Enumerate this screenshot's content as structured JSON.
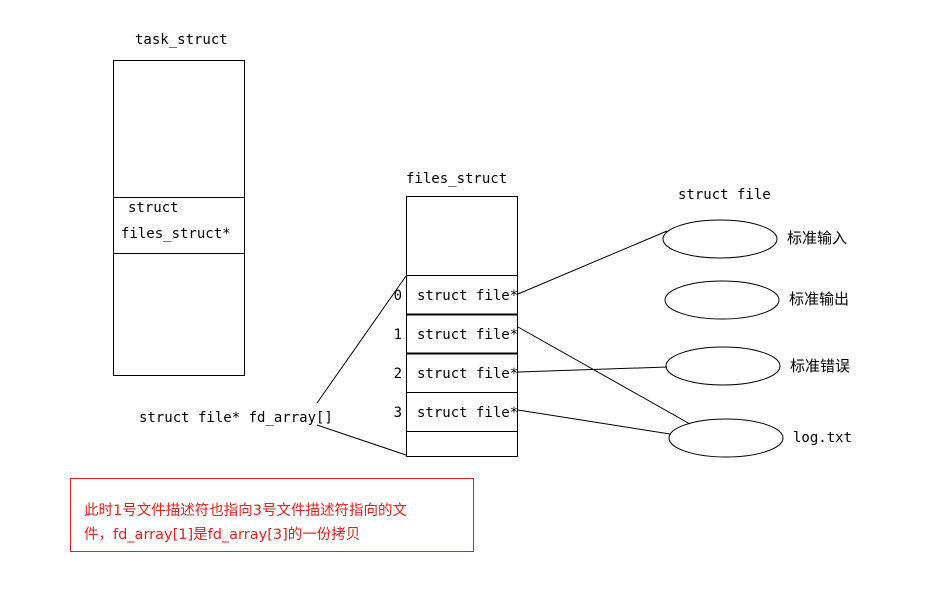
{
  "diagram": {
    "title_task_struct": "task_struct",
    "title_files_struct": "files_struct",
    "title_struct_file": "struct file",
    "fd_array_label": "struct file* fd_array[]"
  },
  "task_struct": {
    "field_line_1": "struct",
    "field_line_2": "files_struct*"
  },
  "fd_array": {
    "entries": [
      {
        "index": "0",
        "value": "struct file*"
      },
      {
        "index": "1",
        "value": "struct file*"
      },
      {
        "index": "2",
        "value": "struct file*"
      },
      {
        "index": "3",
        "value": "struct file*"
      }
    ]
  },
  "files": [
    {
      "name": "标准输入"
    },
    {
      "name": "标准输出"
    },
    {
      "name": "标准错误"
    },
    {
      "name": "log.txt"
    }
  ],
  "note": {
    "line_1": "此时1号文件描述符也指向3号文件描述符指向的文",
    "line_2": "件，fd_array[1]是fd_array[3]的一份拷贝",
    "color": "#e3221f"
  },
  "colors": {
    "stroke": "#000000",
    "background": "#ffffff",
    "note_red": "#e3221f"
  }
}
